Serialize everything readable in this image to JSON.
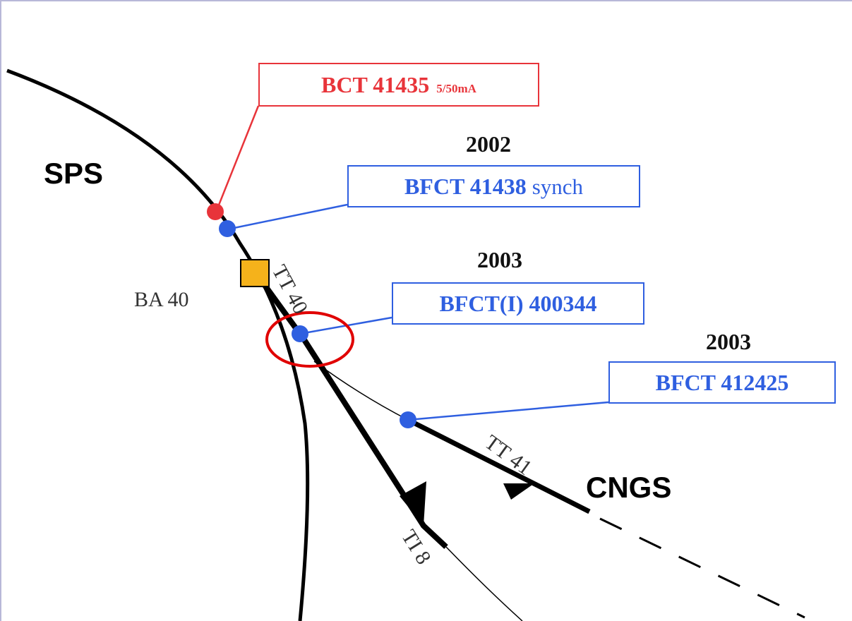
{
  "labels": {
    "sps": "SPS",
    "cngs": "CNGS",
    "ba40": "BA 40",
    "tt40": "TT 40",
    "tt41": "TT 41",
    "ti8": "TI 8"
  },
  "monitors": [
    {
      "id": "BCT 41435",
      "detail": "5/50mA",
      "year": "",
      "color": "#e8343a"
    },
    {
      "id": "BFCT 41438",
      "detail": "synch",
      "year": "2002",
      "color": "#2f5fe0"
    },
    {
      "id": "BFCT(I) 400344",
      "detail": "",
      "year": "2003",
      "color": "#2f5fe0"
    },
    {
      "id": "BFCT 412425",
      "detail": "",
      "year": "2003",
      "color": "#2f5fe0"
    }
  ],
  "colors": {
    "red": "#e8343a",
    "blue": "#2f5fe0",
    "ba40_fill": "#f5b21b",
    "highlight": "#e00000"
  }
}
